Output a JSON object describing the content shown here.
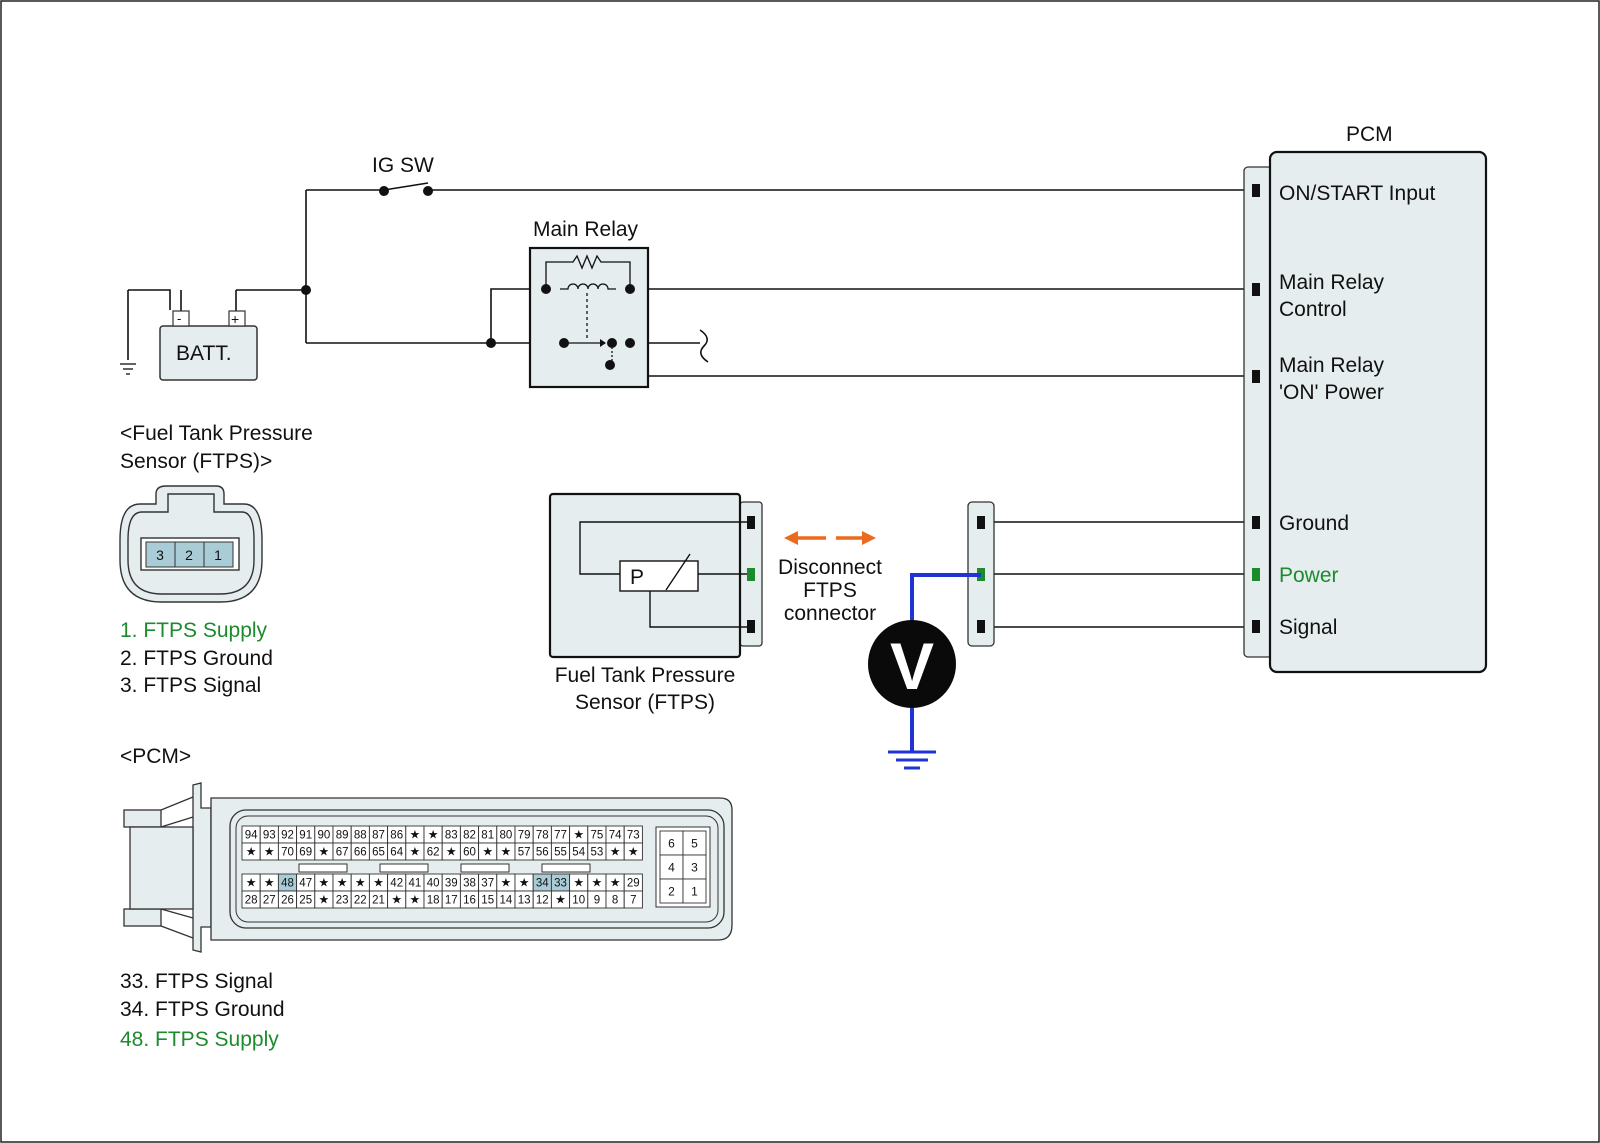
{
  "colors": {
    "highlight": "#1e8a2e",
    "probe": "#1f34d6",
    "arrow": "#ec6a1e",
    "pin_hl": "#a9ccd6",
    "box_fill": "#e6edee"
  },
  "ig_sw": "IG SW",
  "main_relay": "Main Relay",
  "battery": {
    "label": "BATT.",
    "neg": "-",
    "pos": "+"
  },
  "pcm_module": {
    "title": "PCM",
    "terminals": {
      "on_start_input": "ON/START Input",
      "main_relay_control": [
        "Main Relay",
        "Control"
      ],
      "main_relay_on_power": [
        "Main Relay",
        "'ON' Power"
      ],
      "ground": "Ground",
      "power": "Power",
      "signal": "Signal"
    }
  },
  "ftps_connector": {
    "heading": [
      "<Fuel Tank Pressure",
      "Sensor (FTPS)>"
    ],
    "pins": [
      "3",
      "2",
      "1"
    ],
    "pin_list": [
      {
        "text": "1. FTPS Supply",
        "highlight": true
      },
      {
        "text": "2. FTPS Ground",
        "highlight": false
      },
      {
        "text": "3. FTPS Signal",
        "highlight": false
      }
    ]
  },
  "sensor": {
    "symbol": "P",
    "caption": [
      "Fuel Tank Pressure",
      "Sensor (FTPS)"
    ]
  },
  "disconnect_note": [
    "Disconnect",
    "FTPS",
    "connector"
  ],
  "voltmeter": "V",
  "pcm_connector": {
    "heading": "<PCM>",
    "rows": [
      [
        "94",
        "93",
        "92",
        "91",
        "90",
        "89",
        "88",
        "87",
        "86",
        "★",
        "★",
        "83",
        "82",
        "81",
        "80",
        "79",
        "78",
        "77",
        "★",
        "75",
        "74",
        "73"
      ],
      [
        "★",
        "★",
        "70",
        "69",
        "★",
        "67",
        "66",
        "65",
        "64",
        "★",
        "62",
        "★",
        "60",
        "★",
        "★",
        "57",
        "56",
        "55",
        "54",
        "53",
        "★",
        "★"
      ],
      [
        "★",
        "★",
        "48",
        "47",
        "★",
        "★",
        "★",
        "★",
        "42",
        "41",
        "40",
        "39",
        "38",
        "37",
        "★",
        "★",
        "34",
        "33",
        "★",
        "★",
        "★",
        "29"
      ],
      [
        "28",
        "27",
        "26",
        "25",
        "★",
        "23",
        "22",
        "21",
        "★",
        "★",
        "18",
        "17",
        "16",
        "15",
        "14",
        "13",
        "12",
        "★",
        "10",
        "9",
        "8",
        "7"
      ]
    ],
    "highlighted": [
      "48",
      "34",
      "33"
    ],
    "small_block": [
      [
        "6",
        "5"
      ],
      [
        "4",
        "3"
      ],
      [
        "2",
        "1"
      ]
    ],
    "pin_list": [
      {
        "text": "33. FTPS Signal",
        "highlight": false
      },
      {
        "text": "34. FTPS Ground",
        "highlight": false
      },
      {
        "text": "48. FTPS Supply",
        "highlight": true
      }
    ]
  }
}
